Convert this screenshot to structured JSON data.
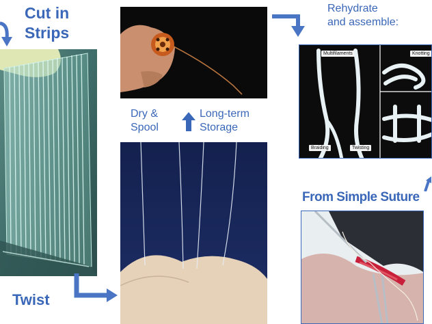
{
  "labels": {
    "cut_line1": "Cut in",
    "cut_line2": "Strips",
    "twist": "Twist",
    "dry_line1": "Dry &",
    "dry_line2": "Spool",
    "storage_line1": "Long-term",
    "storage_line2": "Storage",
    "rehydrate_line1": "Rehydrate",
    "rehydrate_line2": "and assemble:",
    "from_suture": "From Simple Suture"
  },
  "panel_tags": {
    "multifilaments": "Multifilaments",
    "knotting": "Knotting",
    "braiding": "Braiding",
    "twisting": "Twisting"
  },
  "colors": {
    "label_blue": "#3a67b8",
    "arrow_blue": "#4a74c4"
  }
}
